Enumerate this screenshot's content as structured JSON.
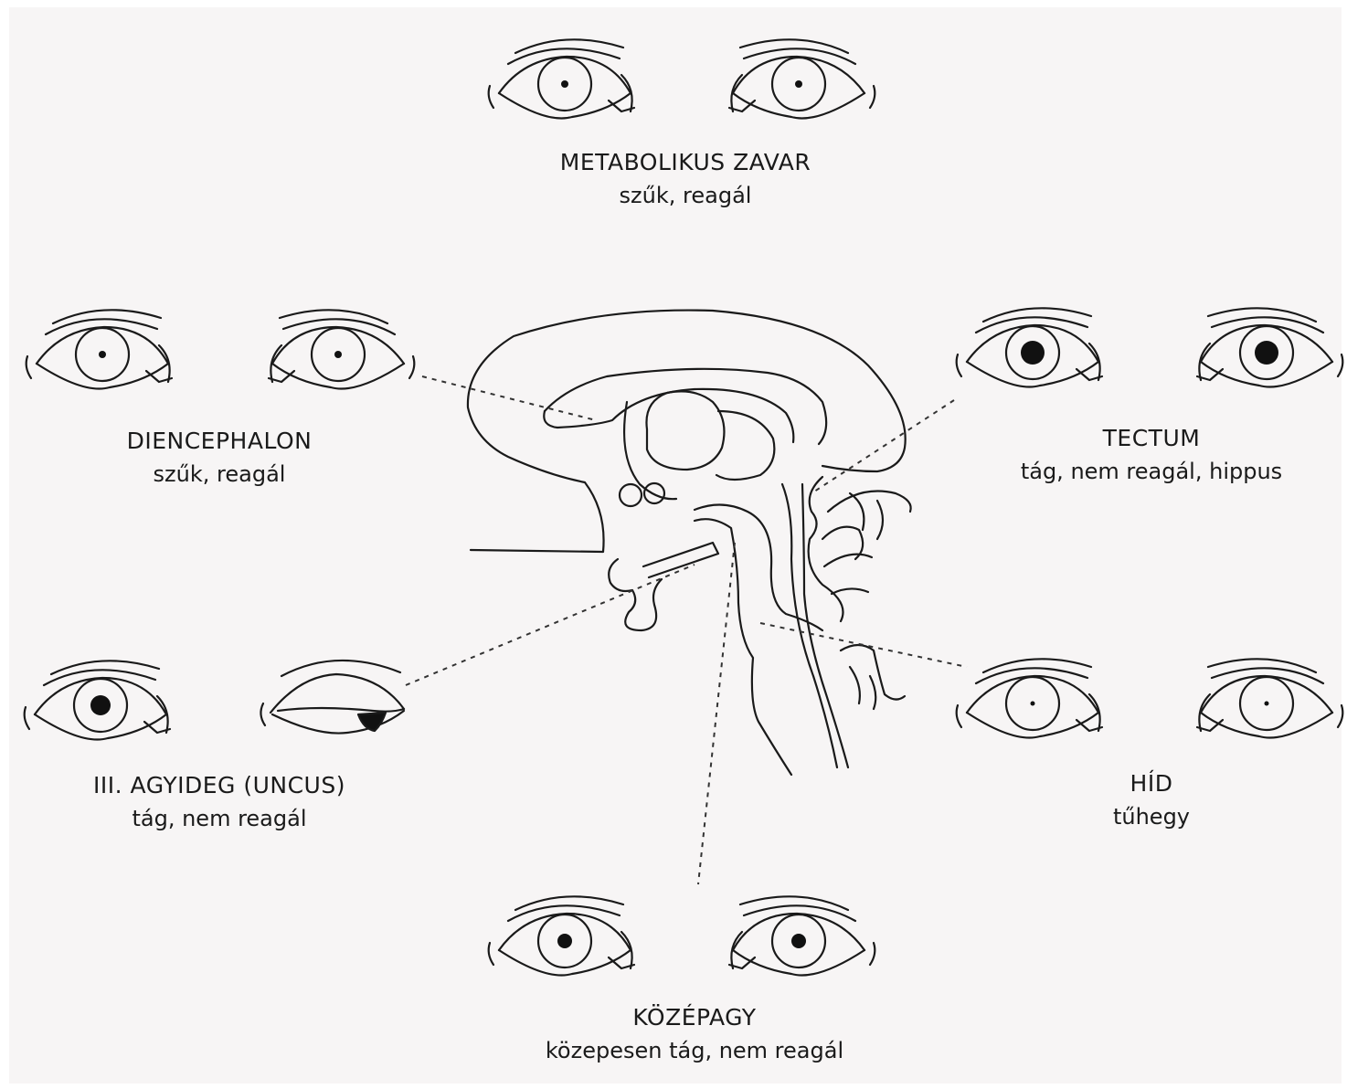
{
  "groups": {
    "metabolic": {
      "title": "METABOLIKUS ZAVAR",
      "desc": "szűk, reagál"
    },
    "diencephalon": {
      "title": "DIENCEPHALON",
      "desc": "szűk, reagál"
    },
    "tectum": {
      "title": "TECTUM",
      "desc": "tág, nem reagál, hippus"
    },
    "uncus": {
      "title": "III. AGYIDEG (UNCUS)",
      "desc": "tág, nem reagál"
    },
    "pons": {
      "title": "HÍD",
      "desc": "tűhegy"
    },
    "midbrain": {
      "title": "KÖZÉPAGY",
      "desc": "közepesen tág, nem reagál"
    }
  },
  "colors": {
    "ink": "#1a1a1a",
    "background": "#f7f5f5"
  }
}
